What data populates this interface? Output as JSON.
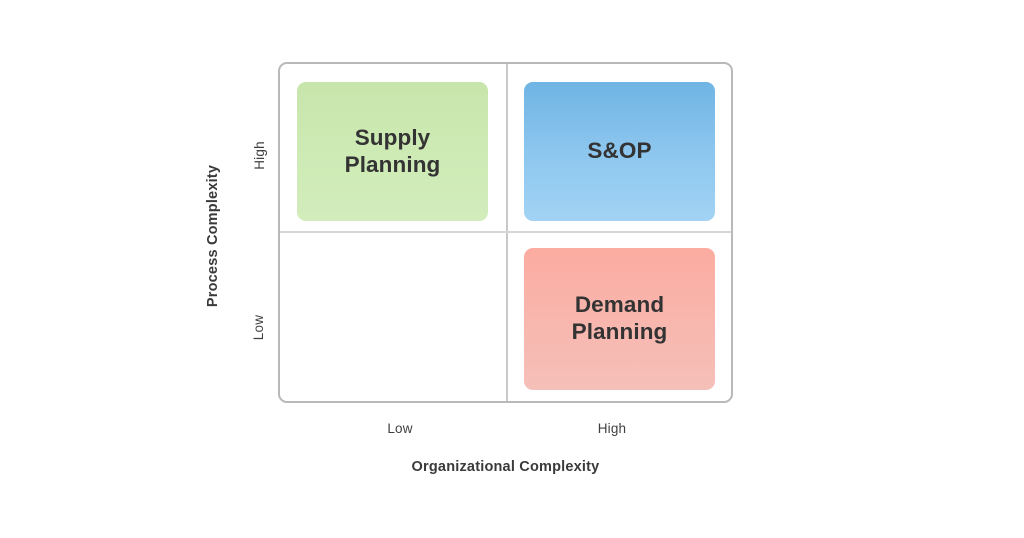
{
  "chart_data": {
    "type": "table",
    "title": "",
    "xlabel": "Organizational Complexity",
    "ylabel": "Process Complexity",
    "x_ticks": [
      "Low",
      "High"
    ],
    "y_ticks": [
      "High",
      "Low"
    ],
    "grid": true,
    "legend": "none",
    "cells": [
      {
        "label": "Supply\nPlanning",
        "x": "Low",
        "y": "High",
        "color": "#cdeab4",
        "filled": true
      },
      {
        "label": "S&OP",
        "x": "High",
        "y": "High",
        "color": "#8cc6ee",
        "filled": true
      },
      {
        "label": "",
        "x": "Low",
        "y": "Low",
        "color": "#ffffff",
        "filled": false
      },
      {
        "label": "Demand\nPlanning",
        "x": "High",
        "y": "Low",
        "color": "#f8b5ac",
        "filled": true
      }
    ]
  },
  "axes": {
    "y": {
      "title": "Process Complexity",
      "ticks": {
        "high": "High",
        "low": "Low"
      }
    },
    "x": {
      "title": "Organizational Complexity",
      "ticks": {
        "low": "Low",
        "high": "High"
      }
    }
  },
  "quadrants": {
    "supply_planning": {
      "line1": "Supply",
      "line2": "Planning",
      "color": "#cdeab4"
    },
    "sop": {
      "line1": "S&OP",
      "color": "#8cc6ee"
    },
    "demand_planning": {
      "line1": "Demand",
      "line2": "Planning",
      "color": "#f8b5ac"
    }
  },
  "colors": {
    "frame_border": "#b9b9b9",
    "divider": "#c9c9c9",
    "text": "#333333",
    "background": "#ffffff"
  }
}
